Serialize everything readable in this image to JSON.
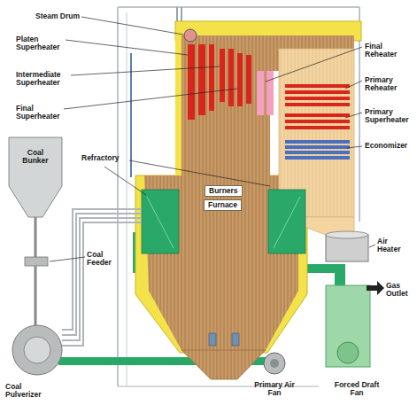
{
  "diagram": {
    "nodes": [
      {
        "text": [
          "Burners"
        ]
      },
      {
        "text": [
          "Furnace"
        ]
      }
    ],
    "labels": [
      "Steam Drum",
      "Platen Superheater",
      "Intermediate Superheater",
      "Final Superheater",
      "Final Reheater",
      "Primary Reheater",
      "Primary Superheater",
      "Economizer",
      "Refractory",
      "Coal Bunker",
      "Coal Feeder",
      "Air Heater",
      "Gas Outlet",
      "Coal Pulverizer",
      "Primary Air Fan",
      "Forced Draft Fan"
    ]
  }
}
